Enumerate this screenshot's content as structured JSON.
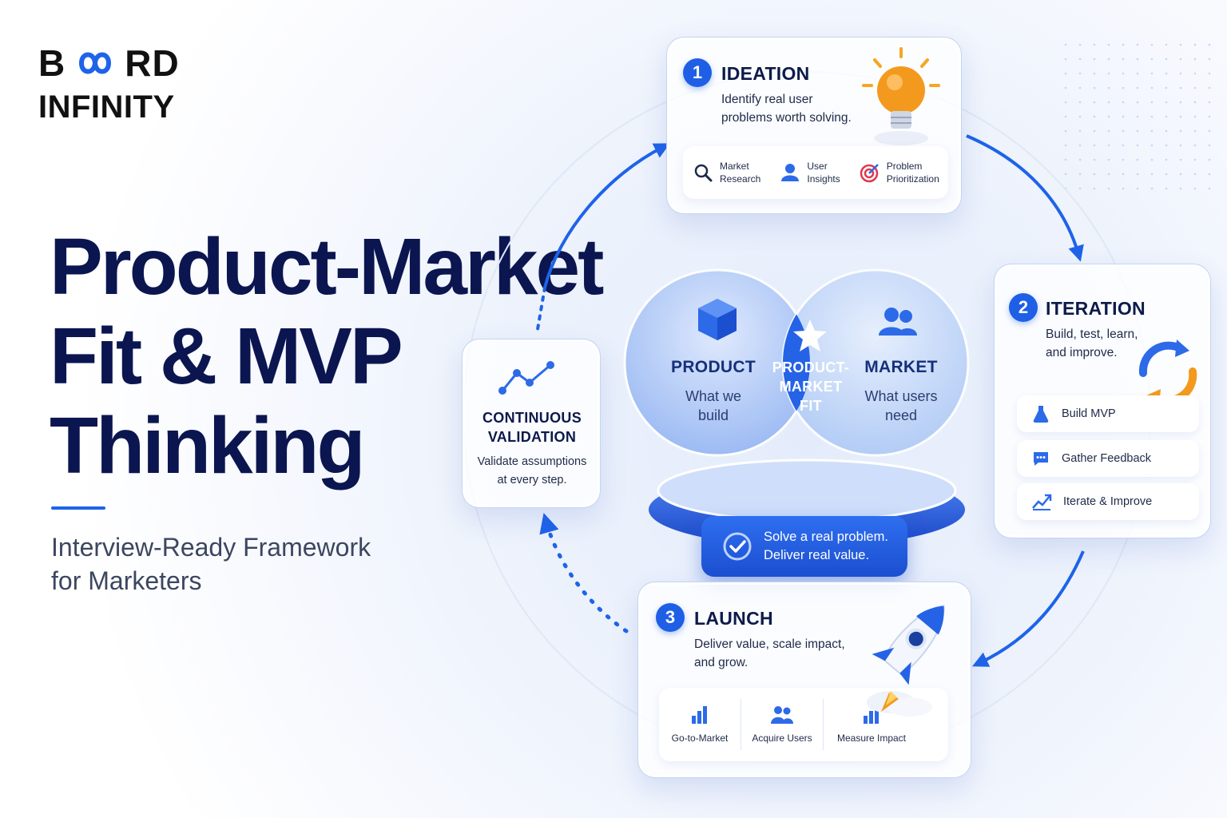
{
  "brand": {
    "line1_left": "B",
    "line1_right": "RD",
    "line2": "INFINITY"
  },
  "headline": {
    "line1": "Product-Market",
    "line2": "Fit & MVP",
    "line3": "Thinking"
  },
  "subtitle": {
    "line1": "Interview-Ready Framework",
    "line2": "for Marketers"
  },
  "ideation": {
    "number": "1",
    "title": "IDEATION",
    "desc_line1": "Identify real user",
    "desc_line2": "problems worth solving.",
    "chips": [
      {
        "icon": "magnifier-icon",
        "line1": "Market",
        "line2": "Research"
      },
      {
        "icon": "user-icon",
        "line1": "User",
        "line2": "Insights"
      },
      {
        "icon": "target-icon",
        "line1": "Problem",
        "line2": "Prioritization"
      }
    ]
  },
  "iteration": {
    "number": "2",
    "title": "ITERATION",
    "desc_line1": "Build, test, learn,",
    "desc_line2": "and improve.",
    "items": [
      {
        "icon": "flask-icon",
        "label": "Build MVP"
      },
      {
        "icon": "chat-icon",
        "label": "Gather Feedback"
      },
      {
        "icon": "trend-up-icon",
        "label": "Iterate & Improve"
      }
    ]
  },
  "launch": {
    "number": "3",
    "title": "LAUNCH",
    "desc_line1": "Deliver value, scale impact,",
    "desc_line2": "and grow.",
    "chips": [
      {
        "icon": "bar-chart-icon",
        "label": "Go-to-Market"
      },
      {
        "icon": "users-icon",
        "label": "Acquire Users"
      },
      {
        "icon": "bar-chart-icon",
        "label": "Measure Impact"
      }
    ]
  },
  "validation": {
    "title_line1": "CONTINUOUS",
    "title_line2": "VALIDATION",
    "desc_line1": "Validate assumptions",
    "desc_line2": "at every step."
  },
  "venn": {
    "product_title": "PRODUCT",
    "product_sub1": "What we",
    "product_sub2": "build",
    "market_title": "MARKET",
    "market_sub1": "What users",
    "market_sub2": "need",
    "fit_line1": "PRODUCT-",
    "fit_line2": "MARKET",
    "fit_line3": "FIT"
  },
  "banner": {
    "line1": "Solve a real problem.",
    "line2": "Deliver real value."
  },
  "colors": {
    "navy": "#0b1650",
    "accent_blue": "#1e5fe6",
    "orange": "#f39a1e"
  }
}
